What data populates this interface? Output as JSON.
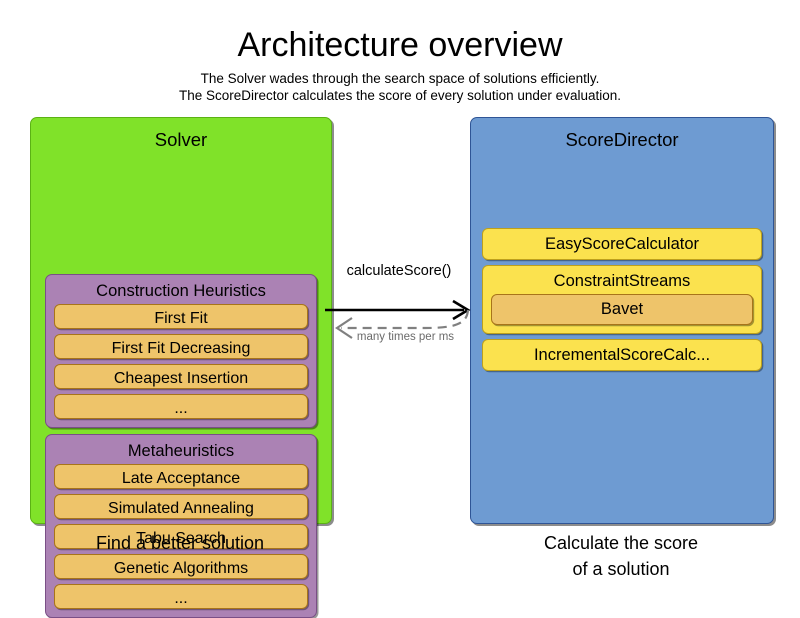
{
  "header": {
    "title": "Architecture overview",
    "subtitle_lines": [
      "The Solver wades through the search space of solutions efficiently.",
      "The ScoreDirector calculates the score of every solution under evaluation."
    ]
  },
  "colors": {
    "solver_panel": "#80e229",
    "solver_panel_border": "#5bb214",
    "group_box": "#ab82b4",
    "group_box_border": "#7a4f86",
    "leaf_box": "#eec46a",
    "leaf_box_border": "#a8741a",
    "scoredirector_panel": "#6e9bd2",
    "scoredirector_panel_border": "#2f5596",
    "calculator_box": "#fbe24e",
    "calculator_box_border": "#bda01c",
    "arrow_solid": "#000000",
    "arrow_dashed": "#808080",
    "background": "#ffffff"
  },
  "solver": {
    "title": "Solver",
    "caption": "Find a better solution",
    "groups": [
      {
        "title": "Construction Heuristics",
        "items": [
          "First Fit",
          "First Fit Decreasing",
          "Cheapest Insertion",
          "..."
        ]
      },
      {
        "title": "Metaheuristics",
        "items": [
          "Late Acceptance",
          "Simulated Annealing",
          "Tabu Search",
          "Genetic Algorithms",
          "..."
        ]
      }
    ]
  },
  "score_director": {
    "title": "ScoreDirector",
    "caption_lines": [
      "Calculate the score",
      "of a solution"
    ],
    "calculators": [
      {
        "label": "EasyScoreCalculator",
        "nested": null
      },
      {
        "label": "ConstraintStreams",
        "nested": "Bavet"
      },
      {
        "label": "IncrementalScoreCalc...",
        "nested": null
      }
    ]
  },
  "arrows": {
    "call_label": "calculateScore()",
    "return_label": "many times per ms"
  }
}
